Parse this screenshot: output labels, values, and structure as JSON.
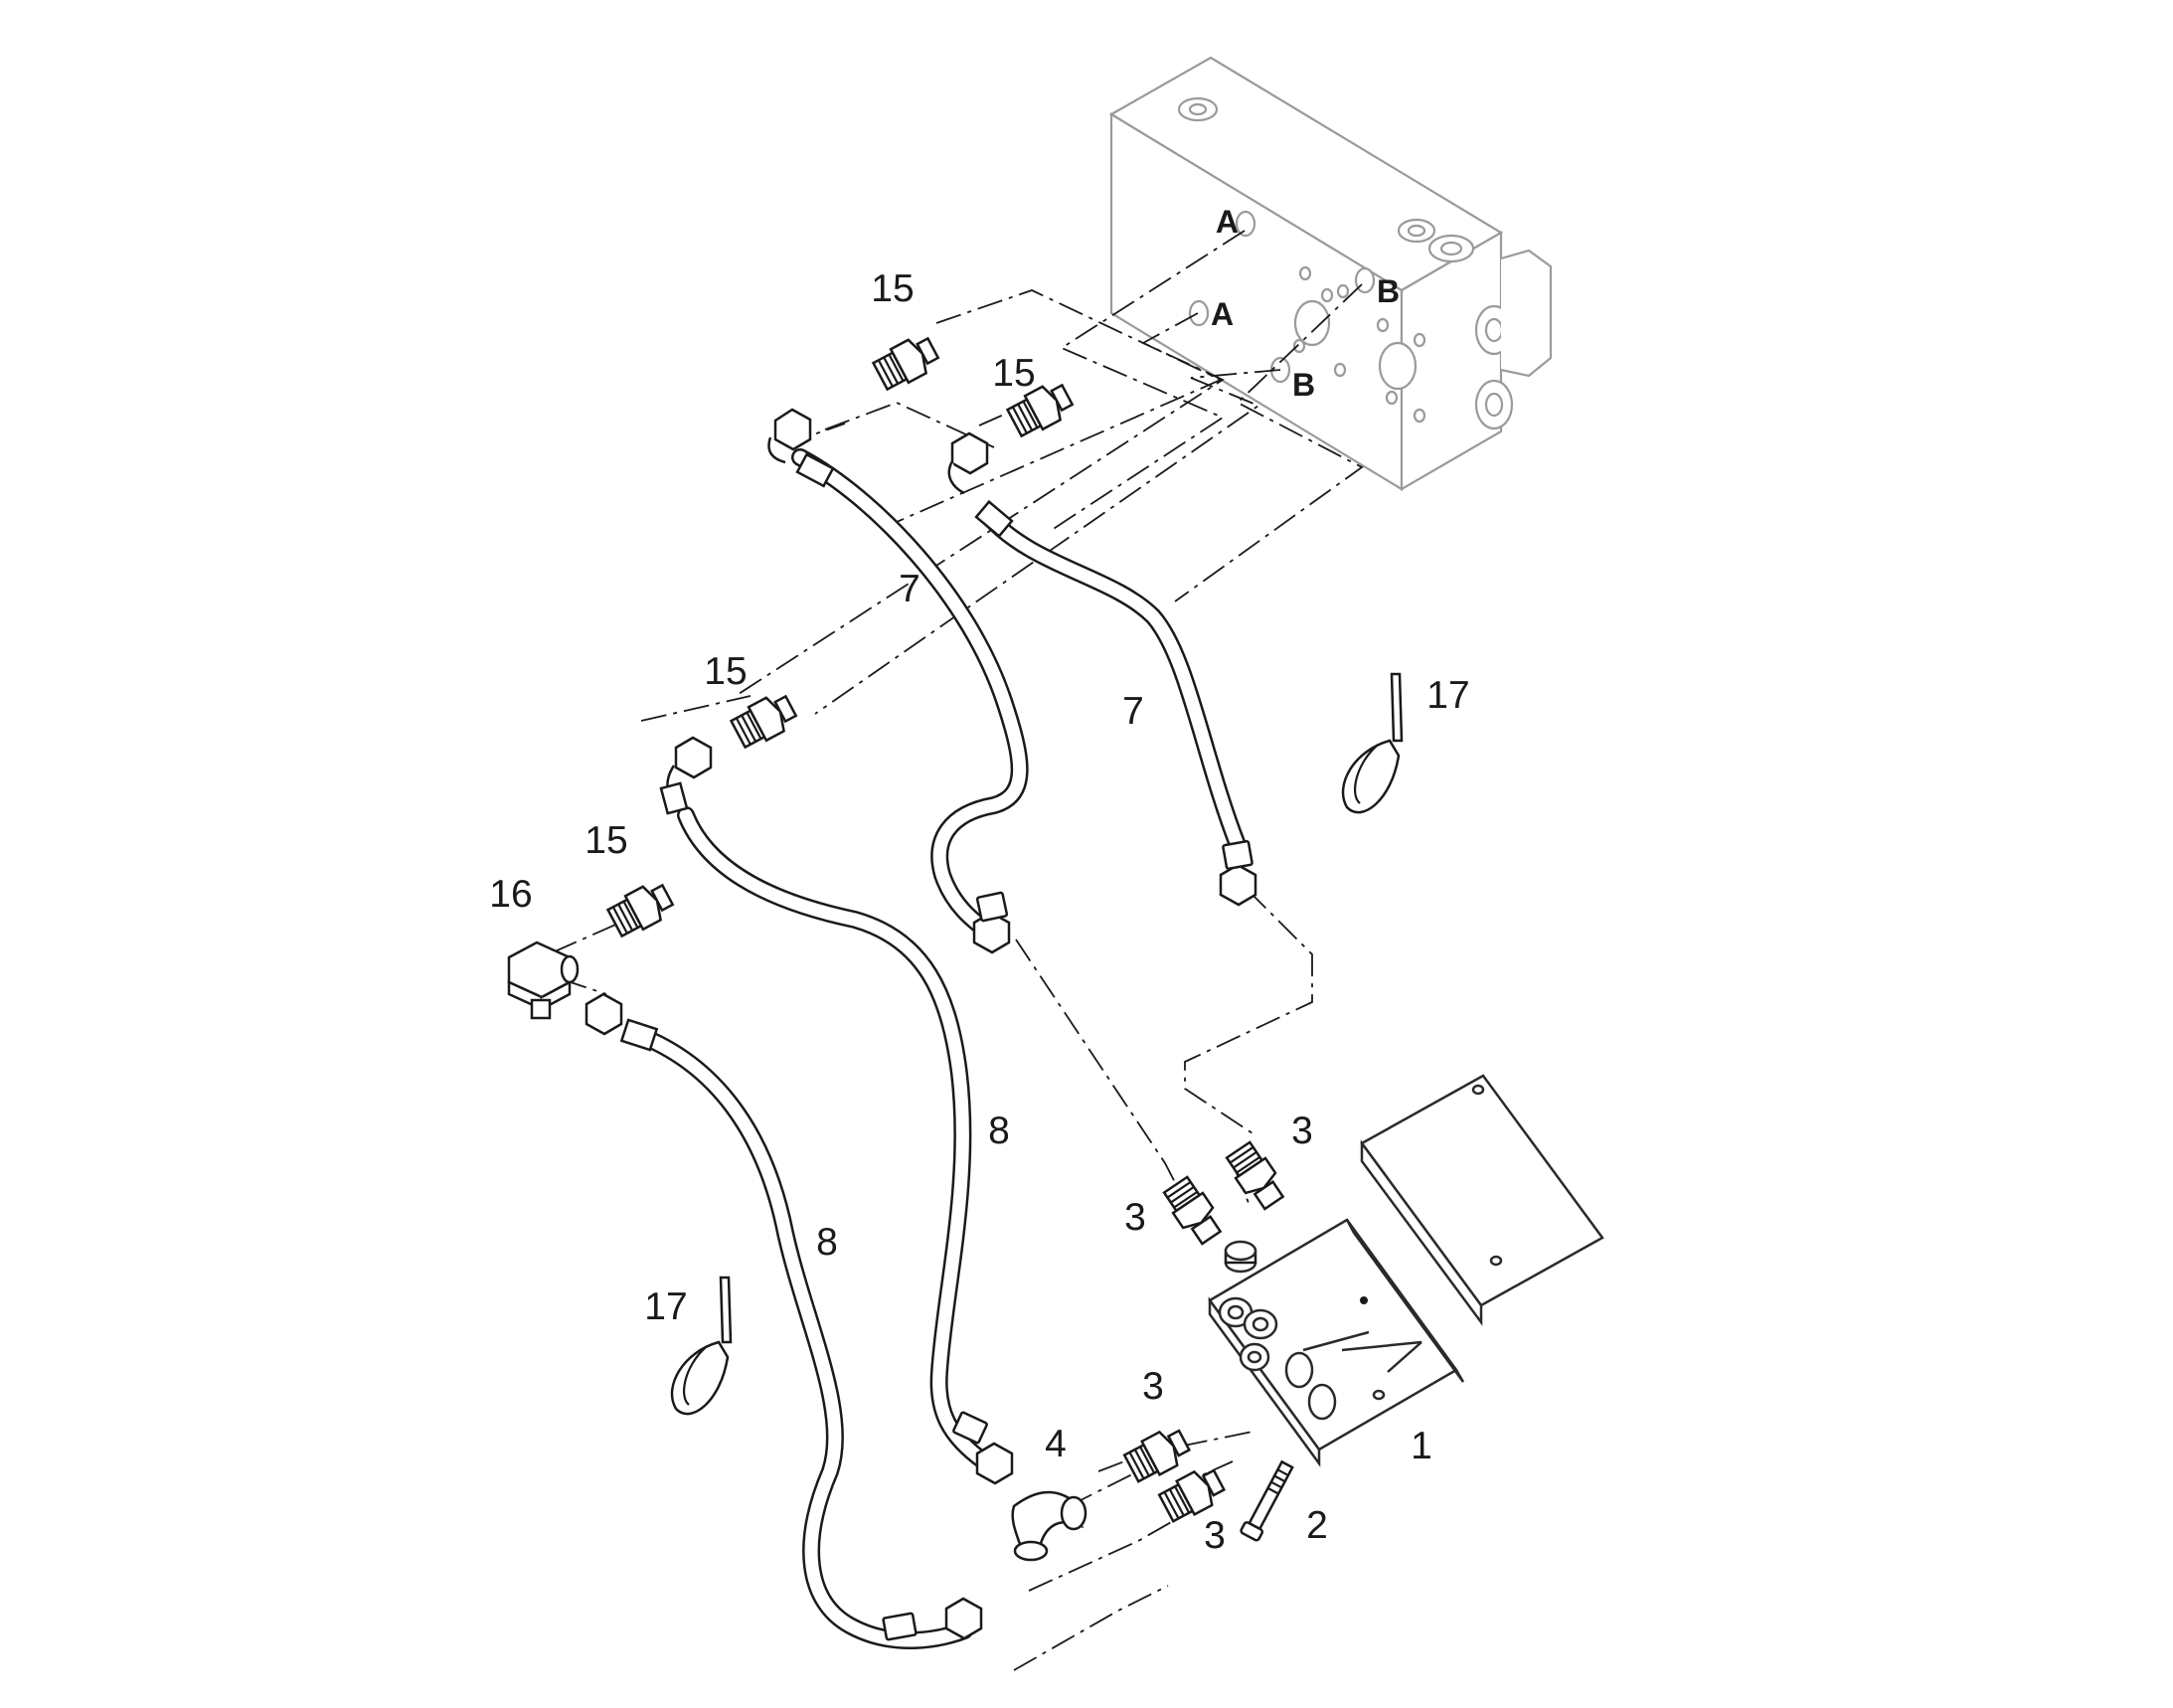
{
  "diagram": {
    "port_labels": {
      "a_upper": "A",
      "b_upper": "B",
      "a_lower": "A",
      "b_lower": "B"
    },
    "callouts": {
      "part_15_top": "15",
      "part_15_second": "15",
      "part_15_mid": "15",
      "part_15_left": "15",
      "part_16": "16",
      "part_7_left": "7",
      "part_7_right": "7",
      "part_17_right": "17",
      "part_17_left": "17",
      "part_8_center": "8",
      "part_8_left": "8",
      "part_3_top": "3",
      "part_3_mid": "3",
      "part_3_lower": "3",
      "part_3_bottom": "3",
      "part_4": "4",
      "part_1": "1",
      "part_2": "2"
    }
  }
}
